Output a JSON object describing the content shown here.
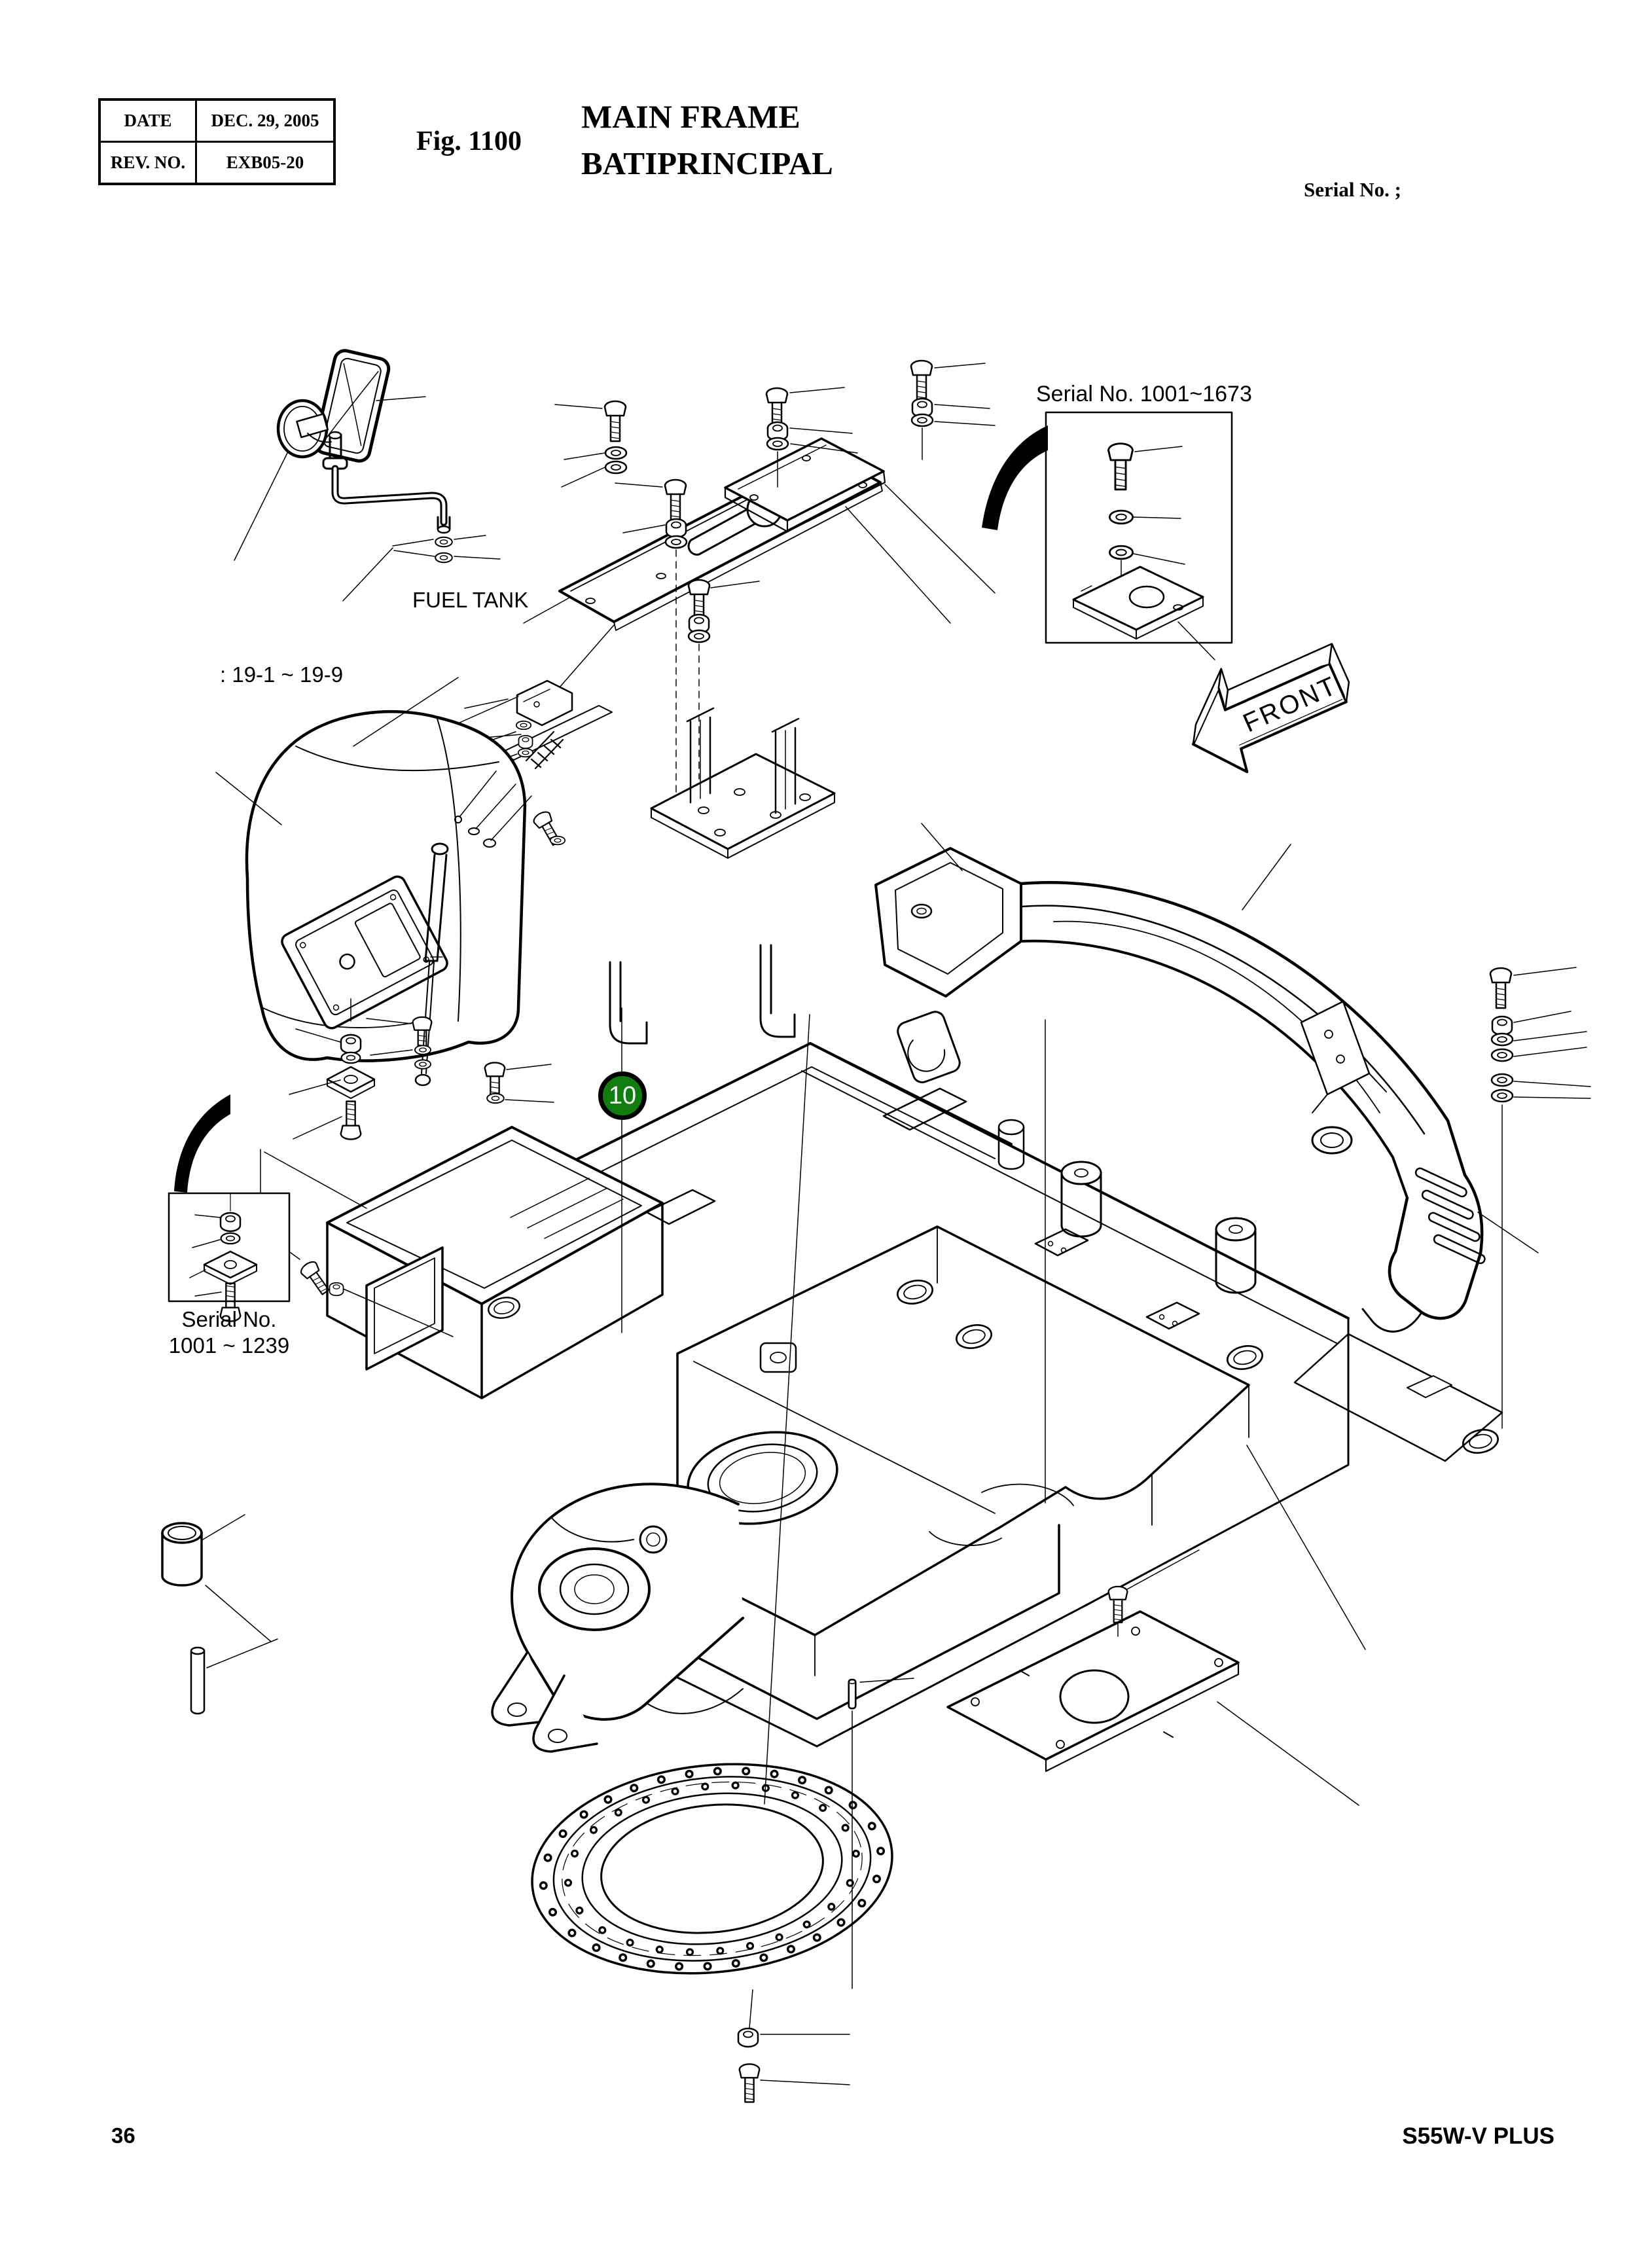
{
  "header": {
    "table": {
      "rows": [
        {
          "label": "DATE",
          "value": "DEC. 29, 2005"
        },
        {
          "label": "REV. NO.",
          "value": "EXB05-20"
        }
      ]
    },
    "figure_no": "Fig. 1100",
    "title_en": "MAIN FRAME",
    "title_fr": "BATIPRINCIPAL",
    "serial_note": "Serial No. ;"
  },
  "diagram": {
    "inset_top_right_label": "Serial No. 1001~1673",
    "fuel_tank_label": "FUEL TANK",
    "ref_range_label": ": 19-1 ~ 19-9",
    "front_label": "FRONT",
    "inset_left_label_line1": "Serial No.",
    "inset_left_label_line2": "1001 ~ 1239",
    "callout": {
      "number": "10",
      "color": "#117d11"
    },
    "colors": {
      "line": "#000000",
      "paper": "#ffffff"
    }
  },
  "footer": {
    "page_number": "36",
    "model_code": "S55W-V PLUS"
  }
}
